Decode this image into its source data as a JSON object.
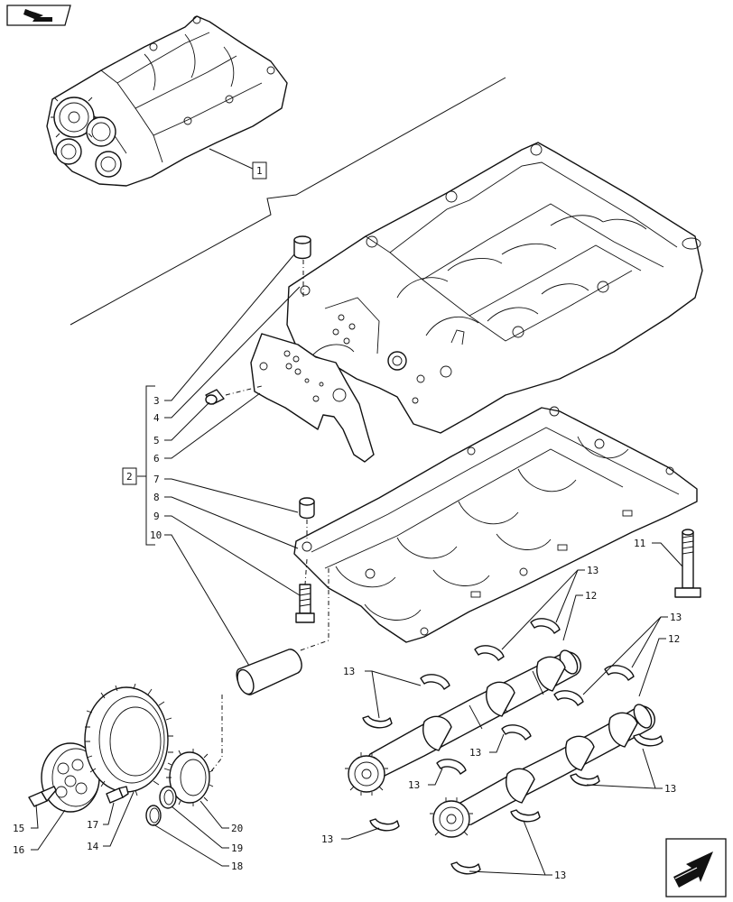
{
  "nav": {
    "prev_icon": "page-arrow-icon",
    "next_icon": "page-arrow-icon"
  },
  "boxes": {
    "box1": "1",
    "box2": "2"
  },
  "callouts": {
    "c3": "3",
    "c4": "4",
    "c5": "5",
    "c6": "6",
    "c7": "7",
    "c8": "8",
    "c9": "9",
    "c10": "10",
    "c11": "11",
    "c12a": "12",
    "c12b": "12",
    "c13": "13",
    "c14": "14",
    "c15": "15",
    "c16": "16",
    "c17": "17",
    "c18": "18",
    "c19": "19",
    "c20": "20"
  },
  "colors": {
    "ink": "#111111",
    "paper": "#ffffff"
  }
}
